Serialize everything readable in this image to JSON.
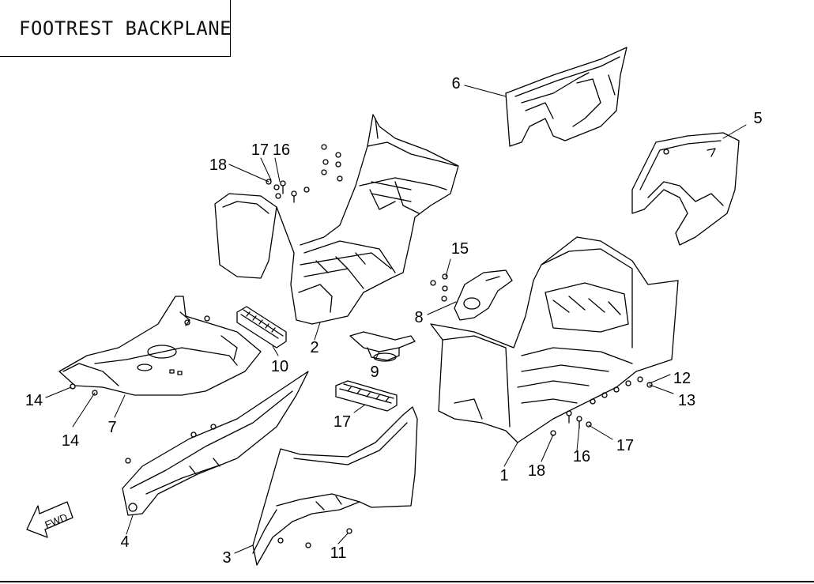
{
  "title": "FOOTREST BACKPLANE",
  "direction_label": "FWD",
  "callouts": [
    {
      "label": "1"
    },
    {
      "label": "2"
    },
    {
      "label": "3"
    },
    {
      "label": "4"
    },
    {
      "label": "5"
    },
    {
      "label": "6"
    },
    {
      "label": "7"
    },
    {
      "label": "8"
    },
    {
      "label": "9"
    },
    {
      "label": "10"
    },
    {
      "label": "11"
    },
    {
      "label": "12"
    },
    {
      "label": "13"
    },
    {
      "label": "14"
    },
    {
      "label": "14"
    },
    {
      "label": "15"
    },
    {
      "label": "16"
    },
    {
      "label": "16"
    },
    {
      "label": "17"
    },
    {
      "label": "17"
    },
    {
      "label": "17"
    },
    {
      "label": "18"
    },
    {
      "label": "18"
    }
  ],
  "colors": {
    "line": "#000000",
    "background": "#ffffff"
  }
}
